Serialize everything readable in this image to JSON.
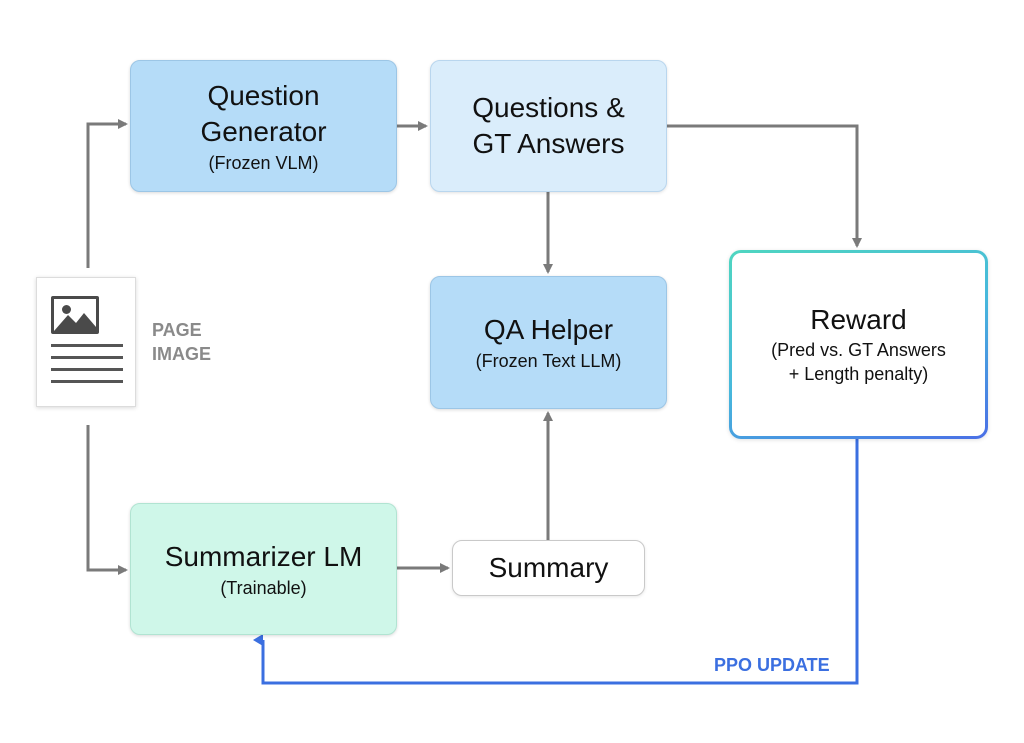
{
  "nodes": {
    "question_generator": {
      "title_line1": "Question",
      "title_line2": "Generator",
      "subtitle": "(Frozen VLM)"
    },
    "questions_gt": {
      "title_line1": "Questions &",
      "title_line2": "GT Answers"
    },
    "qa_helper": {
      "title": "QA Helper",
      "subtitle": "(Frozen Text LLM)"
    },
    "summarizer": {
      "title": "Summarizer LM",
      "subtitle": "(Trainable)"
    },
    "summary": {
      "title": "Summary"
    },
    "reward": {
      "title": "Reward",
      "subtitle_line1": "(Pred vs. GT Answers",
      "subtitle_line2": "+ Length penalty)"
    },
    "page_image": {
      "label_line1": "PAGE",
      "label_line2": "IMAGE"
    }
  },
  "edges": {
    "ppo_update_label": "PPO UPDATE"
  },
  "colors": {
    "frozen_box": "#b5dcf8",
    "data_box": "#daedfb",
    "trainable_box": "#cff7e9",
    "arrow": "#7a7a7a",
    "ppo_arrow": "#3b6fe0"
  }
}
